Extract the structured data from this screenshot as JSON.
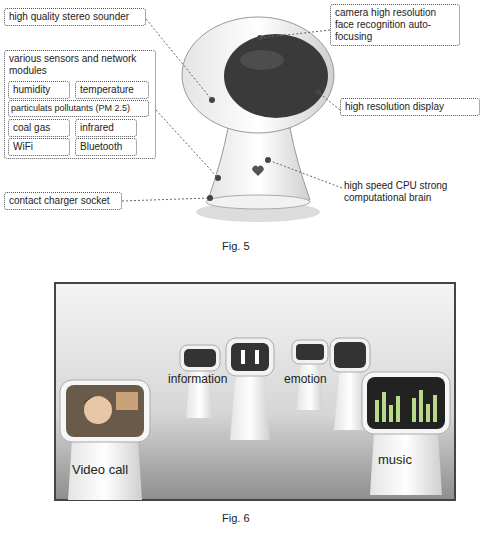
{
  "diagram": {
    "nodes": [
      {
        "text": [
          "high quality stereo sounder"
        ]
      },
      {
        "text": [
          "camera high resolution face recognition auto-focusing"
        ]
      },
      {
        "text": [
          "various sensors and network modules"
        ]
      },
      {
        "text": [
          "humidity"
        ],
        "in": 2
      },
      {
        "text": [
          "temperature"
        ],
        "in": 2
      },
      {
        "text": [
          "particulats pollutants (PM 2.5)"
        ],
        "in": 2
      },
      {
        "text": [
          "coal gas"
        ],
        "in": 2
      },
      {
        "text": [
          "infrared"
        ],
        "in": 2
      },
      {
        "text": [
          "WiFi"
        ],
        "in": 2
      },
      {
        "text": [
          "Bluetooth"
        ],
        "in": 2
      },
      {
        "text": [
          "high resolution display"
        ]
      },
      {
        "text": [
          "contact charger socket"
        ]
      }
    ],
    "labels": [
      "high speed CPU strong computational brain",
      "Fig. 5",
      "Video call",
      "information",
      "emotion",
      "music",
      "Fig. 6"
    ]
  }
}
